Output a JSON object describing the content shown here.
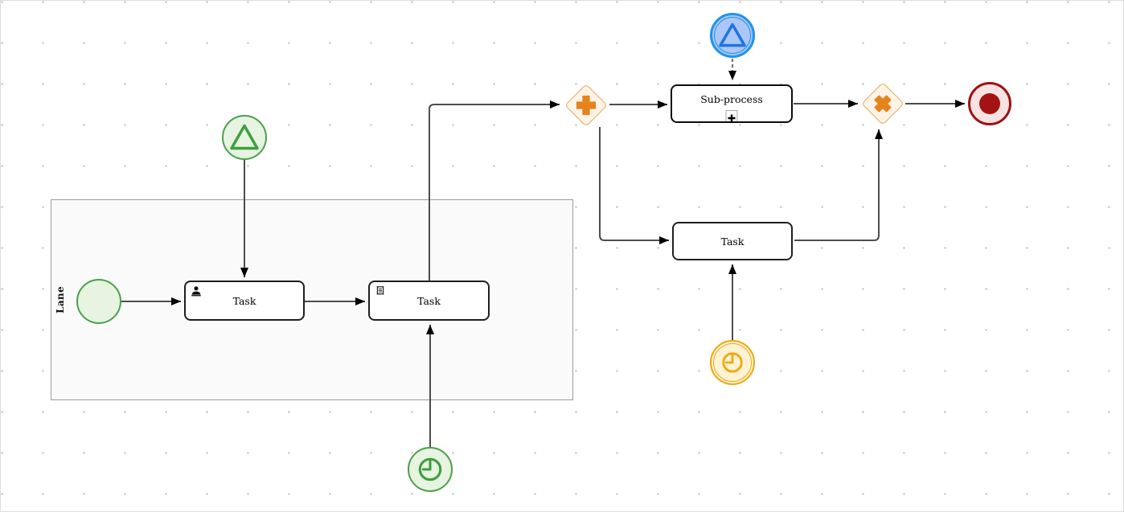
{
  "diagram": {
    "lane": {
      "label": "Lane"
    },
    "tasks": [
      {
        "label": "Task",
        "icon": "user-icon"
      },
      {
        "label": "Task",
        "icon": "script-icon"
      },
      {
        "label": "Task",
        "icon": "none"
      }
    ],
    "subprocess": {
      "label": "Sub-process",
      "marker": "collapsed-plus"
    },
    "events": [
      {
        "name": "start-event",
        "kind": "start",
        "color": "#4ba04b"
      },
      {
        "name": "signal-start-event",
        "kind": "signal",
        "color": "#4ba04b"
      },
      {
        "name": "timer-start-event",
        "kind": "timer",
        "color": "#4ba04b"
      },
      {
        "name": "signal-boundary-event",
        "kind": "signal-intermediate",
        "color": "#1e93f0"
      },
      {
        "name": "timer-intermediate-event",
        "kind": "timer-intermediate",
        "color": "#efa712"
      },
      {
        "name": "end-event",
        "kind": "end",
        "color": "#9c1212"
      }
    ],
    "gateways": [
      {
        "name": "parallel-gateway",
        "symbol": "plus",
        "color": "#e5831d"
      },
      {
        "name": "exclusive-gateway",
        "symbol": "x",
        "color": "#e5831d"
      }
    ],
    "flows": [
      {
        "from": "start-event",
        "to": "task-user",
        "style": "solid"
      },
      {
        "from": "signal-start-event",
        "to": "task-user",
        "style": "solid"
      },
      {
        "from": "task-user",
        "to": "task-script",
        "style": "solid"
      },
      {
        "from": "timer-start-event",
        "to": "task-script",
        "style": "solid"
      },
      {
        "from": "task-script",
        "to": "parallel-gateway",
        "style": "solid"
      },
      {
        "from": "parallel-gateway",
        "to": "subprocess",
        "style": "solid"
      },
      {
        "from": "parallel-gateway",
        "to": "task-plain",
        "style": "solid"
      },
      {
        "from": "signal-boundary-event",
        "to": "subprocess",
        "style": "dashed"
      },
      {
        "from": "timer-intermediate-event",
        "to": "task-plain",
        "style": "solid"
      },
      {
        "from": "subprocess",
        "to": "exclusive-gateway",
        "style": "solid"
      },
      {
        "from": "task-plain",
        "to": "exclusive-gateway",
        "style": "solid"
      },
      {
        "from": "exclusive-gateway",
        "to": "end-event",
        "style": "solid"
      }
    ],
    "colors": {
      "green_stroke": "#4ba04b",
      "green_fill": "#e6f4e1",
      "blue_stroke": "#1e93f0",
      "blue_fill": "#abc7f7",
      "blue_triangle": "#1d74e0",
      "orange_border": "#e8a55b",
      "orange_symbol": "#e5831d",
      "orange_fill": "#fdf4e7",
      "amber_stroke": "#efa712",
      "amber_fill": "#fdf3d3",
      "red_stroke": "#9c1212",
      "red_fill": "#f8e2e2",
      "red_dot": "#a31313",
      "edge": "#4d4d4d",
      "lane_fill": "#fafafa",
      "lane_border": "#9b9b9b",
      "grid_dot": "#c9c9c9"
    }
  }
}
